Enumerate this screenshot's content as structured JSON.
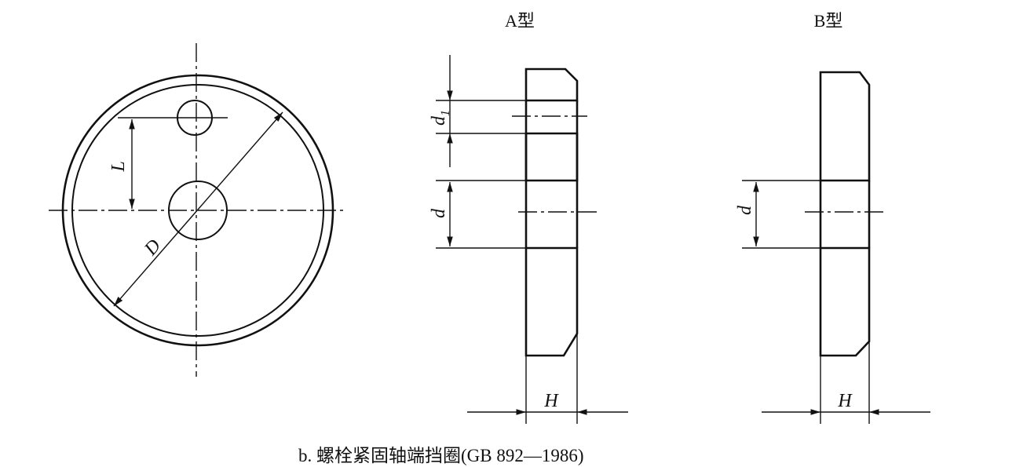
{
  "views": {
    "front": {
      "label_L": "L",
      "label_D": "D"
    },
    "type_a": {
      "title": "A型",
      "label_d1": "d",
      "label_d1_sub": "1",
      "label_d": "d",
      "label_H": "H"
    },
    "type_b": {
      "title": "B型",
      "label_d": "d",
      "label_H": "H"
    }
  },
  "caption": "b. 螺栓紧固轴端挡圈(GB 892—1986)"
}
